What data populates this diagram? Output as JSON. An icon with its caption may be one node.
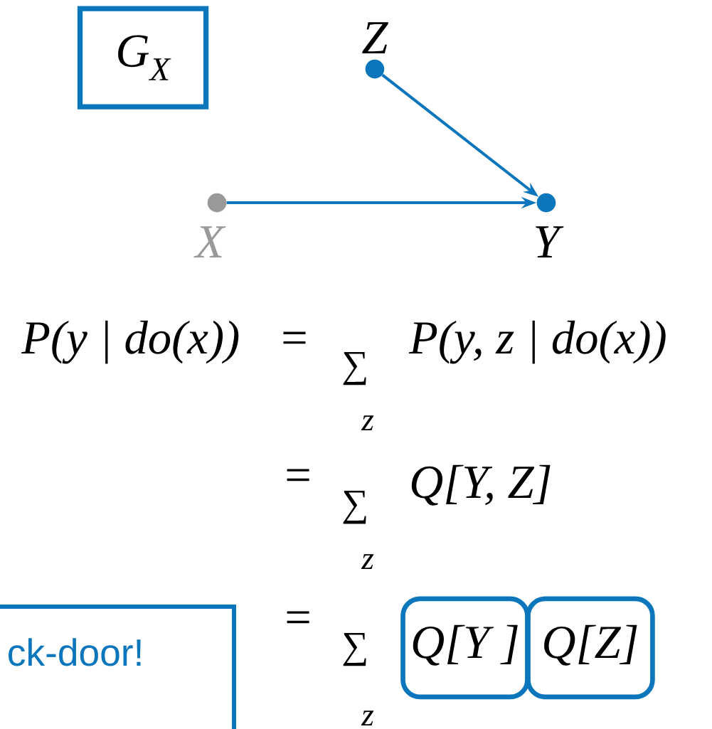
{
  "diagram": {
    "nodes": [
      {
        "text": [
          "G$_{X}$"
        ]
      },
      {
        "text": [
          "Z"
        ]
      },
      {
        "text": [
          "X"
        ]
      },
      {
        "text": [
          "Y"
        ]
      },
      {
        "text": [
          "ck-door!"
        ]
      },
      {
        "text": [
          "Q[Y ]"
        ]
      },
      {
        "text": [
          "Q[Z]"
        ]
      }
    ],
    "edges": [
      {
        "from": 1,
        "to": 3,
        "arrow": "to"
      },
      {
        "from": 2,
        "to": 3,
        "arrow": "to"
      }
    ],
    "labels": [
      "P(y | do(x))",
      "=",
      "∑",
      "z",
      "P(y, z | do(x))",
      "=",
      "∑",
      "z",
      "Q[Y, Z]",
      "=",
      "∑",
      "z"
    ]
  }
}
